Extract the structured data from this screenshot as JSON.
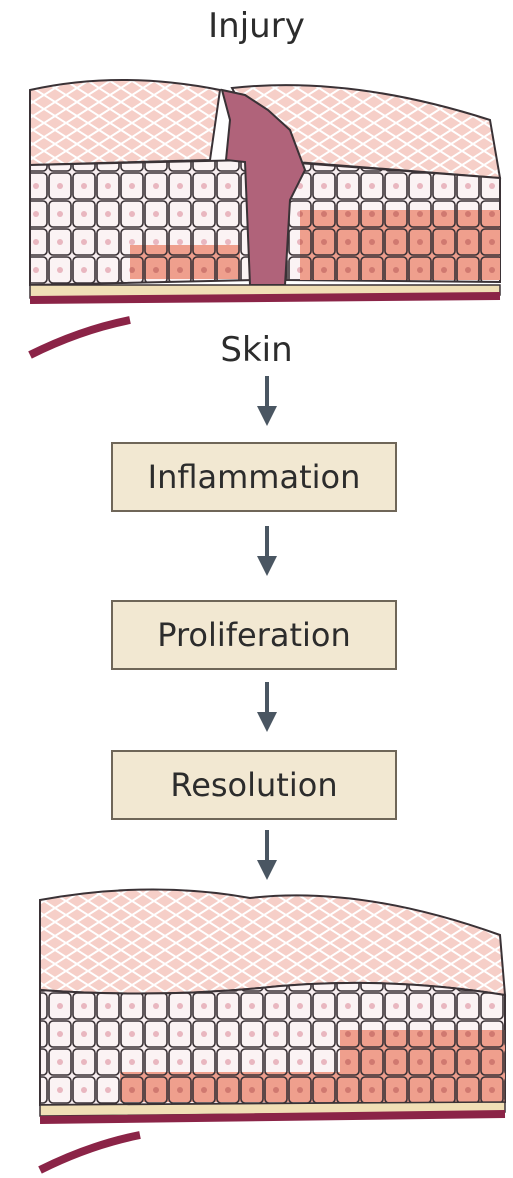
{
  "top_label": "Injury",
  "skin_label": "Skin",
  "stages": [
    "Inflammation",
    "Proliferation",
    "Resolution"
  ],
  "colors": {
    "arrow": "#4a5662",
    "box_fill": "#f2e8d2",
    "box_border": "#6f6658",
    "epidermis": "#f6cfc8",
    "epidermis_mesh": "#ffffff",
    "cell_light": "#f8eef0",
    "cell_pink": "#ec9d8c",
    "wound": "#b0637a",
    "basement": "#f0dfb6",
    "dermis_line": "#8b2447"
  }
}
